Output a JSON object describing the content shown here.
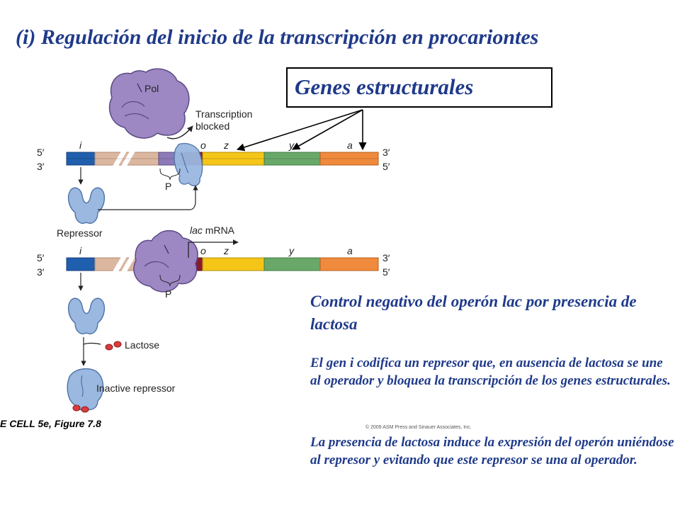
{
  "title": "(i) Regulación del inicio de la transcripción en procariontes",
  "genes_box": {
    "label": "Genes estructurales"
  },
  "diagram": {
    "top_panel": {
      "pol_label": "Pol",
      "blocked_line1": "Transcription",
      "blocked_line2": "blocked",
      "gene_labels": {
        "i": "i",
        "o": "o",
        "z": "z",
        "y": "y",
        "a": "a"
      },
      "promoter_label": "P",
      "strand_left_top": "5′",
      "strand_left_bottom": "3′",
      "strand_right_top": "3′",
      "strand_right_bottom": "5′"
    },
    "repressor_label": "Repressor",
    "bottom_panel": {
      "mrna_prefix": "lac",
      "mrna_suffix": " mRNA",
      "gene_labels": {
        "i": "i",
        "o": "o",
        "z": "z",
        "y": "y",
        "a": "a"
      },
      "promoter_label": "P",
      "strand_left_top": "5′",
      "strand_left_bottom": "3′",
      "strand_right_top": "3′",
      "strand_right_bottom": "5′"
    },
    "lactose_label": "Lactose",
    "inactive_label": "Inactive repressor",
    "colors": {
      "i_gene": "#1f5fae",
      "spacer": "#dcb7a0",
      "promoter": "#8d7ab8",
      "operator": "#8b1a2e",
      "z_gene": "#f5c518",
      "y_gene": "#6aa86a",
      "a_gene": "#f08a3c",
      "polymerase": "#9d88c4",
      "repressor": "#9ab8e0",
      "lactose": "#d83c3c",
      "text_blue": "#1f3a8a"
    }
  },
  "control_title": "Control negativo del operón lac por presencia de lactosa",
  "paragraph1": "El gen i codifica un represor que, en ausencia de lactosa se une al operador  y bloquea la transcripción de los genes estructurales.",
  "paragraph2": "La presencia de lactosa induce la expresión del operón uniéndose al represor y evitando que este represor se una al operador.",
  "credit": "E CELL 5e, Figure 7.8",
  "copyright": "© 2009 ASM Press and Sinauer Associates, Inc."
}
